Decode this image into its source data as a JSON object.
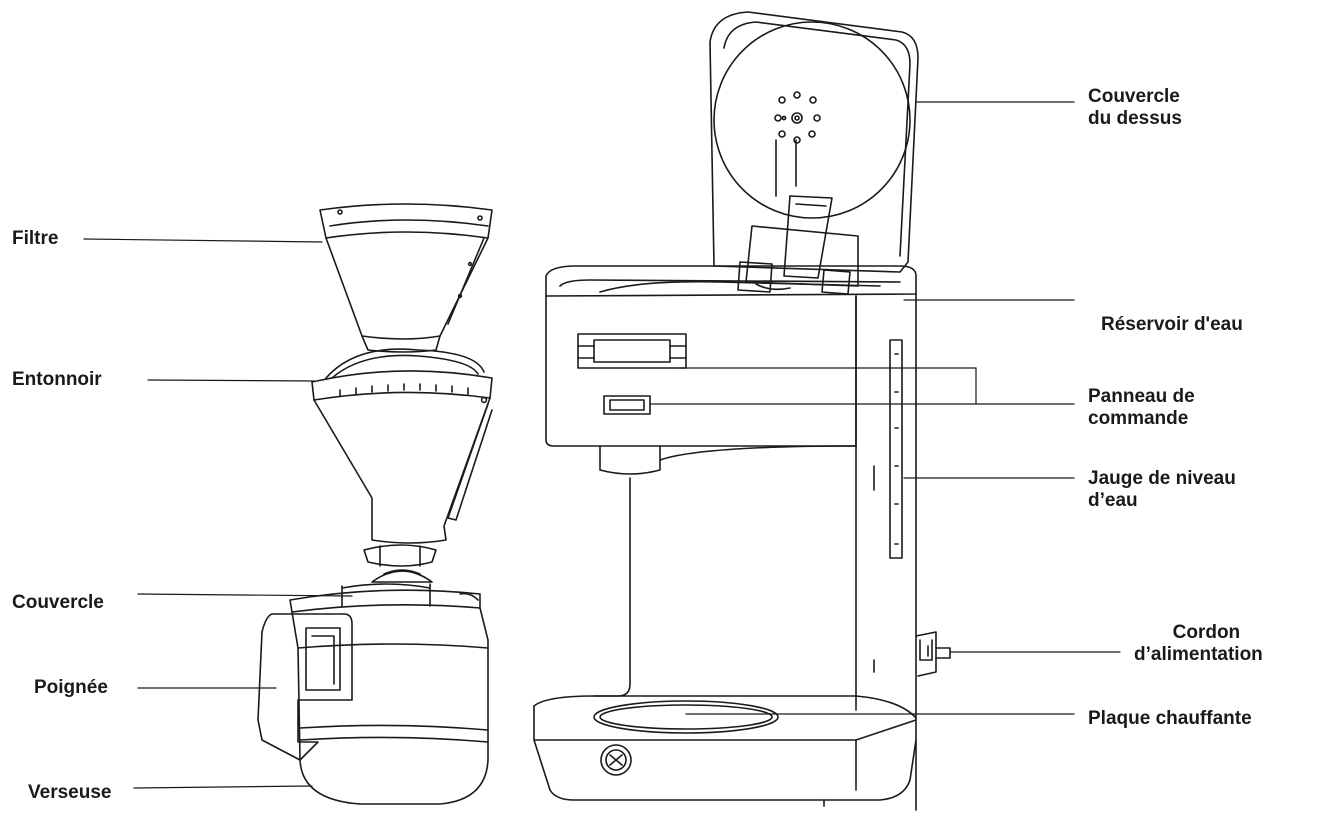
{
  "diagram": {
    "stroke_color": "#1a1a1a",
    "labels": {
      "filtre": "Filtre",
      "entonnoir": "Entonnoir",
      "couvercle": "Couvercle",
      "poignee": "Poignée",
      "verseuse": "Verseuse",
      "couvercle_dessus": [
        "Couvercle",
        "du dessus"
      ],
      "reservoir": "Réservoir d'eau",
      "panneau": [
        "Panneau de",
        "commande"
      ],
      "jauge": [
        "Jauge de niveau",
        "d’eau"
      ],
      "cordon": [
        "Cordon",
        "d’alimentation"
      ],
      "plaque": "Plaque chauffante"
    }
  }
}
